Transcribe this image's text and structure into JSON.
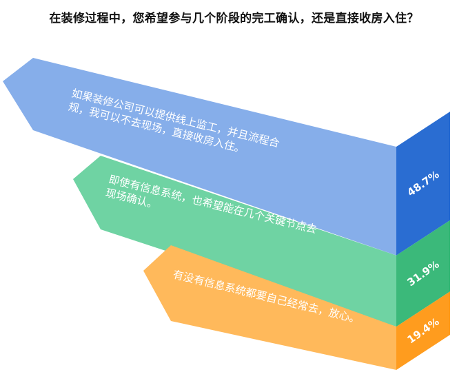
{
  "title": "在装修过程中，您希望参与几个阶段的完工确认，还是直接收房入住？",
  "chart_data": {
    "type": "bar",
    "categories": [
      "如果装修公司可以提供线上监工，并且流程合规，我可以不去现场，直接收房入住。",
      "即使有信息系统，也希望能在几个关键节点去现场确认。",
      "有没有信息系统都要自己经常去，放心。"
    ],
    "values": [
      48.7,
      31.9,
      19.4
    ],
    "labels": [
      "48.7%",
      "31.9%",
      "19.4%"
    ],
    "text_lines": [
      [
        "如果装修公司可以提供线上监工，并且流程合",
        "规，我可以不去现场，直接收房入住。"
      ],
      [
        "即使有信息系统，也希望能在几个关键节点去",
        "现场确认。"
      ],
      [
        "有没有信息系统都要自己经常去，放心。"
      ]
    ],
    "colors": {
      "arrow": [
        "#86aeea",
        "#6fd3a3",
        "#ffb95b"
      ],
      "side": [
        "#2a6dd2",
        "#3bb97a",
        "#ff9c1e"
      ]
    }
  }
}
